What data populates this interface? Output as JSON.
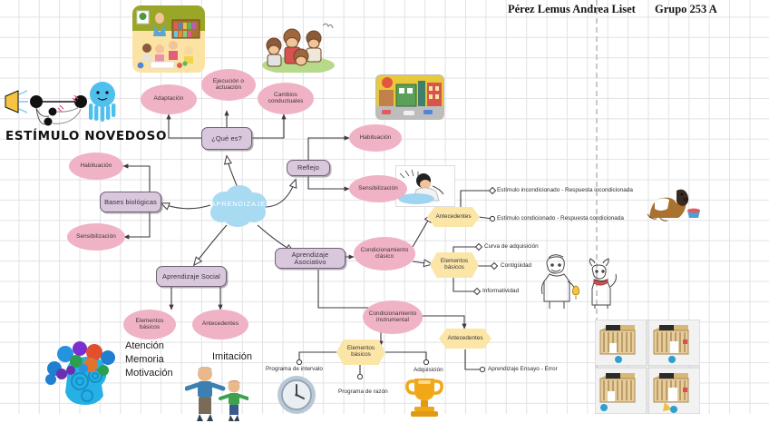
{
  "header": {
    "student": "Pérez Lemus Andrea Liset",
    "group": "Grupo 253 A"
  },
  "canvas": {
    "background": "#ffffff",
    "grid_color": "#e2e2e6",
    "page_break_color": "#c9c9ce"
  },
  "palette": {
    "rect_fill": "#d8c7dd",
    "rect_stroke": "#6d6470",
    "ellipse_fill": "#f0b3c5",
    "hex_fill": "#fbe6a8",
    "cloud_fill": "#a8daf2",
    "cloud_text": "#ffffff",
    "connector": "#4a4349"
  },
  "central": {
    "label": "APRENDIZAJE"
  },
  "nodes": {
    "que_es": "¿Qué es?",
    "adaptacion": "Adaptación",
    "ejecucion": "Ejecución o\nactuación",
    "cambios": "Cambios\nconductuales",
    "reflejo": "Reflejo",
    "habituacion_reflejo": "Habituación",
    "sensibilizacion_reflejo": "Sensibilización",
    "bases_biologicas": "Bases biológicas",
    "habituacion_bases": "Habituación",
    "sensibilizacion_bases": "Sensibilización",
    "aprendizaje_social": "Aprendizaje Social",
    "elementos_basicos_social": "Elementos\nbásicos",
    "antecedentes_social": "Antecedentes",
    "aprendizaje_asociativo": "Aprendizaje Asociativo",
    "condicionamiento_clasico": "Condicionamiento\nclásico",
    "antecedentes_clasico": "Antecedentes",
    "elementos_basicos_clasico": "Elementos\nbásicos",
    "condicionamiento_instrumental": "Condicionamiento\ninstrumental",
    "elementos_basicos_instrumental": "Elementos\nbásicos",
    "antecedentes_instrumental": "Antecedentes"
  },
  "leaves": {
    "estimulo_incondicionado": "Estímulo incondicionado - Respuesta incondicionada",
    "estimulo_condicionado": "Estímulo condicionado - Respuesta condicionada",
    "curva_adquisicion": "Curva de adquisición",
    "contiguidad": "Contigüidad",
    "informatividad": "Informatividad",
    "programa_intervalo": "Programa de intervalo",
    "programa_razon": "Programa de razón",
    "adquisicion": "Adquisición",
    "aprendizaje_ensayo_error": "Aprendizaje Ensayo - Error"
  },
  "annotations": {
    "estimulo_novedoso": "ESTÍMULO NOVEDOSO",
    "atencion_memoria_motivacion": "Atención\nMemoria\nMotivación",
    "imitacion": "Imitación"
  },
  "images": {
    "neuron_diagram": "neuron-habituation-diagram-image",
    "octopus": "blue-octopus-illustration",
    "classroom": "classroom-children-illustration",
    "children_group": "children-group-illustration",
    "street_scene": "colorful-street-scene-image",
    "sneeze": "person-sneezing-illustration",
    "dog_bowl": "dog-with-food-bowl-image",
    "pavlov": "pavlov-bell-and-dog-illustration",
    "brain_network": "blue-brain-network-illustration",
    "children_imitating": "two-children-imitating-illustration",
    "clock": "wall-clock-illustration",
    "trophy": "gold-trophy-illustration",
    "skinner_boxes": "skinner-box-grid-image"
  }
}
